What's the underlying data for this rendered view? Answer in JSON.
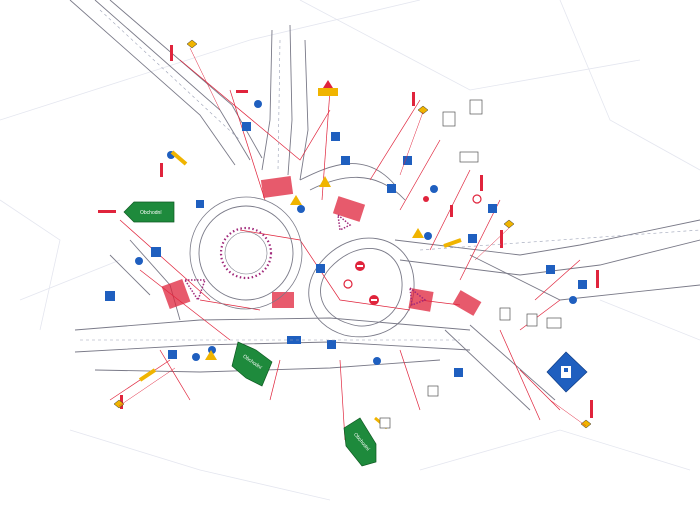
{
  "plan": {
    "background": "#ffffff",
    "colors": {
      "road_lines": "#7a7a88",
      "markings": "#e0243c",
      "sign_blue": "#1f5fbf",
      "sign_green": "#1e8a3c",
      "sign_yellow": "#f0b400",
      "roundabout_island": "#a0287a"
    },
    "direction_signs": [
      {
        "text": "Obchodní"
      },
      {
        "text": "Obchodní"
      },
      {
        "text": "Obchodní"
      }
    ],
    "parking_sign": {
      "icon": "parking-icon"
    }
  }
}
